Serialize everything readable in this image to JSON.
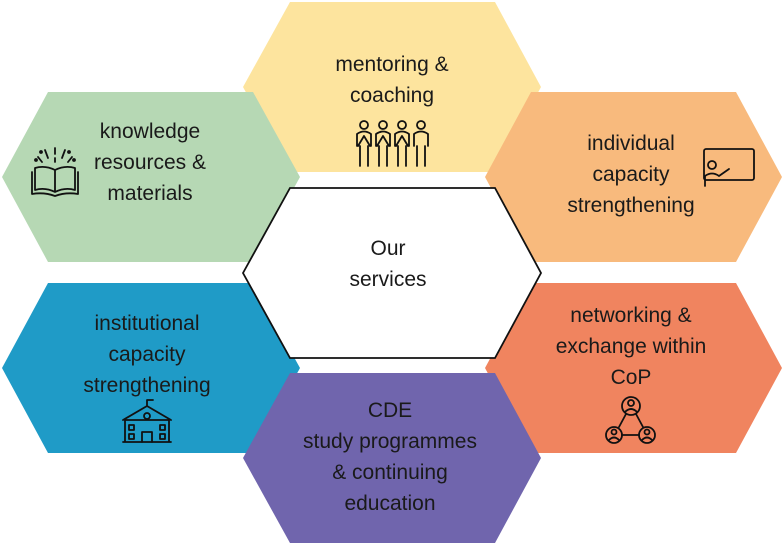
{
  "center": {
    "lines": [
      "Our",
      "services"
    ]
  },
  "services": [
    {
      "id": "mentoring",
      "lines": [
        "mentoring &",
        "coaching"
      ],
      "color": "#FDE49E",
      "icon": "group-people-icon"
    },
    {
      "id": "knowledge",
      "lines": [
        "knowledge",
        "resources &",
        "materials"
      ],
      "color": "#B6D8B4",
      "icon": "open-book-icon"
    },
    {
      "id": "individual",
      "lines": [
        "individual",
        "capacity",
        "strengthening"
      ],
      "color": "#F8BA7D",
      "icon": "presenter-board-icon"
    },
    {
      "id": "institutional",
      "lines": [
        "institutional",
        "capacity",
        "strengthening"
      ],
      "color": "#1F9BC7",
      "icon": "institution-building-icon"
    },
    {
      "id": "networking",
      "lines": [
        "networking &",
        "exchange within",
        "CoP"
      ],
      "color": "#F0845F",
      "icon": "network-people-icon"
    },
    {
      "id": "cde",
      "lines": [
        "CDE",
        "study programmes",
        "& continuing",
        "education"
      ],
      "color": "#7065AD",
      "icon": null
    }
  ]
}
